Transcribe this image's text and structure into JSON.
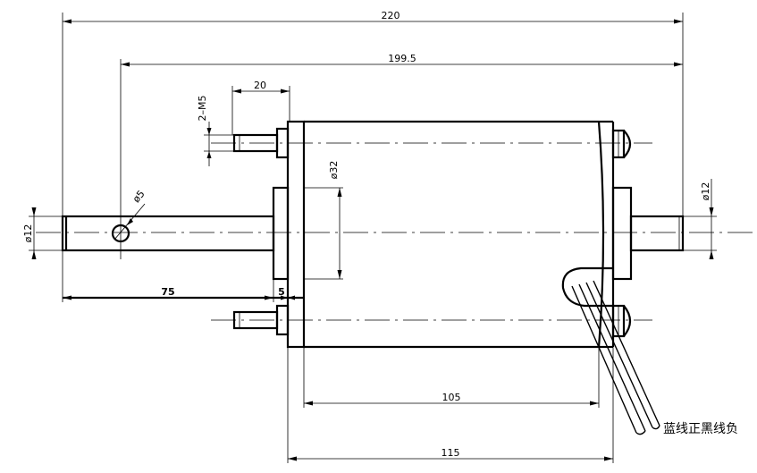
{
  "dimensions": {
    "overall_length": "220",
    "shaft_to_end": "199.5",
    "terminal_spacing": "20",
    "thread_callout": "2–M5",
    "body_diameter": "ø32",
    "hole_diameter": "ø5",
    "left_shaft_diameter": "ø12",
    "right_shaft_diameter": "ø12",
    "shaft_length": "75",
    "flange_gap": "5",
    "body_length": "105",
    "housing_length": "115"
  },
  "notes": {
    "wire_note": "蓝线正黑线负"
  }
}
